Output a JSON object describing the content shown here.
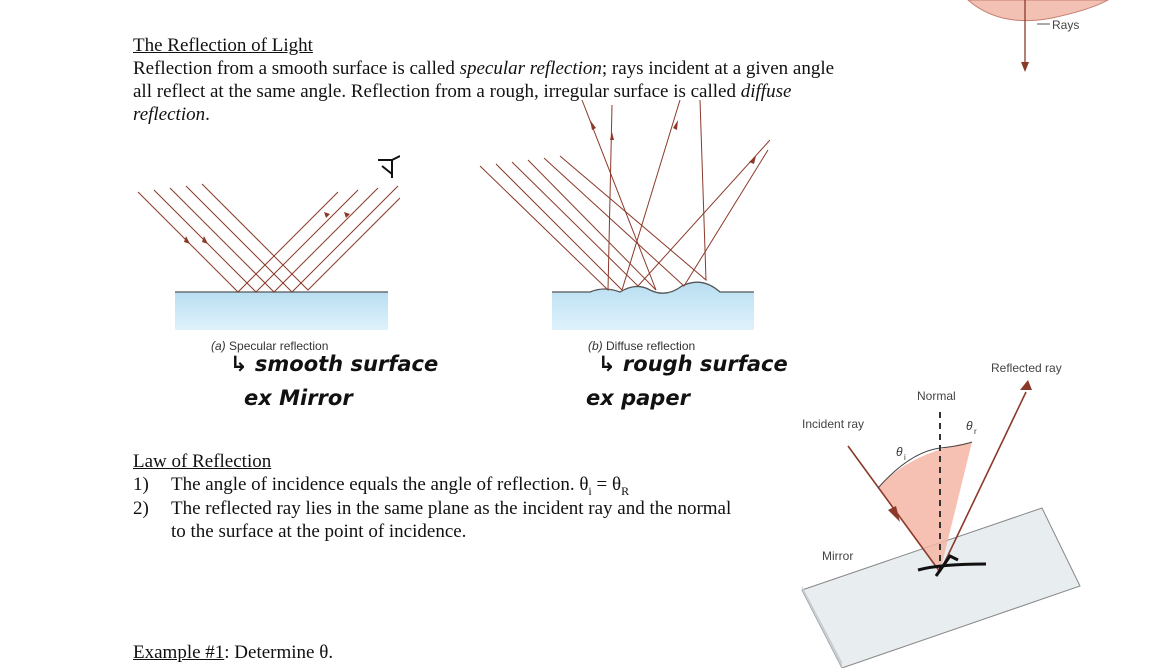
{
  "section1": {
    "title": "The Reflection of Light",
    "text_a": "Reflection from a smooth surface is called ",
    "term_specular": "specular reflection",
    "text_b": "; rays incident at a given angle all reflect at the same angle. Reflection from a rough, irregular surface is called ",
    "term_diffuse": "diffuse reflection",
    "text_c": "."
  },
  "figure_specular": {
    "caption_letter": "(a)",
    "caption": "Specular reflection",
    "note_line1": "↳ smooth surface",
    "note_line2": "ex Mirror"
  },
  "figure_diffuse": {
    "caption_letter": "(b)",
    "caption": "Diffuse reflection",
    "note_line1": "↳ rough surface",
    "note_line2": "ex paper"
  },
  "top_figure": {
    "rays_label": "Rays"
  },
  "law": {
    "title": "Law of Reflection",
    "items": [
      {
        "num": "1)",
        "text": "The angle of incidence equals the angle of reflection. θ",
        "sub1": "i",
        "eq": " = θ",
        "sub2": "R"
      },
      {
        "num": "2)",
        "text": "The reflected ray lies in the same plane as the incident ray and the normal",
        "text2": "to the surface at the point of incidence."
      }
    ]
  },
  "law_figure": {
    "incident": "Incident ray",
    "normal": "Normal",
    "reflected": "Reflected ray",
    "mirror": "Mirror",
    "theta_i": "θ",
    "theta_i_sub": "i",
    "theta_r": "θ",
    "theta_r_sub": "r"
  },
  "example": {
    "label": "Example #1",
    "text": ":  Determine θ."
  },
  "colors": {
    "ray": "#8b3a2a",
    "water_top": "#bfe2f2",
    "water_bottom": "#d9f0fb",
    "wedge": "#f4b6a4"
  }
}
